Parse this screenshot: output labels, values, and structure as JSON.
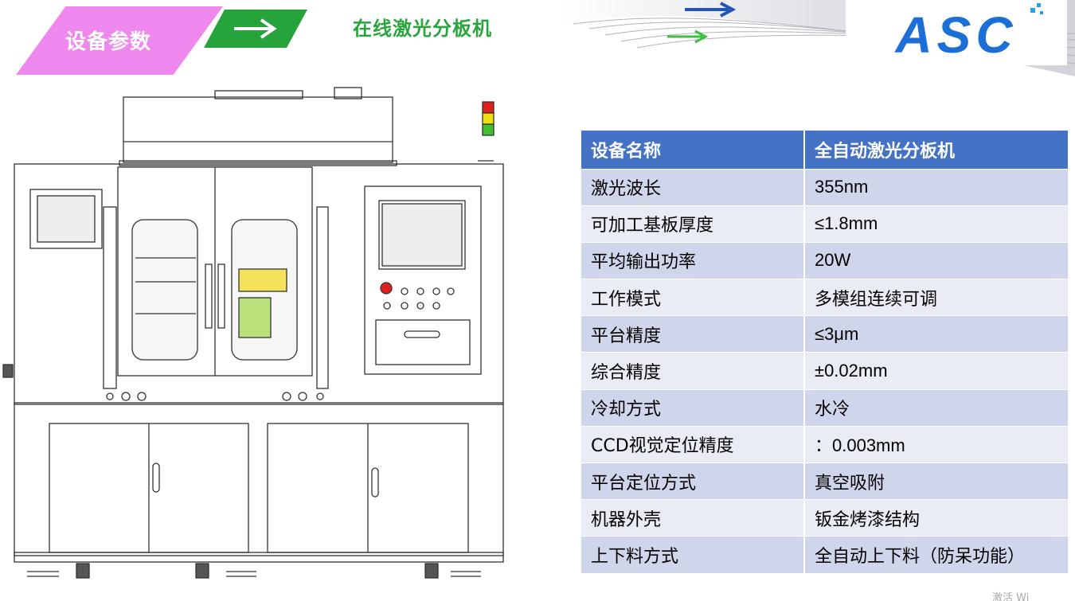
{
  "header": {
    "label": "设备参数",
    "title": "在线激光分板机",
    "logo_text": "ASC"
  },
  "specs": {
    "headers": [
      "设备名称",
      "全自动激光分板机"
    ],
    "rows": [
      [
        "激光波长",
        "355nm"
      ],
      [
        "可加工基板厚度",
        "≤1.8mm"
      ],
      [
        "平均输出功率",
        "20W"
      ],
      [
        "工作模式",
        "多模组连续可调"
      ],
      [
        "平台精度",
        "≤3μm"
      ],
      [
        "综合精度",
        "±0.02mm"
      ],
      [
        "冷却方式",
        "水冷"
      ],
      [
        "CCD视觉定位精度",
        "：0.003mm"
      ],
      [
        "平台定位方式",
        "真空吸附"
      ],
      [
        "机器外壳",
        "钣金烤漆结构"
      ],
      [
        "上下料方式",
        "全自动上下料（防呆功能）"
      ]
    ]
  },
  "watermark": "激活 Wi",
  "colors": {
    "banner_pink": "#ee88ee",
    "banner_green": "#27a33c",
    "title_green": "#2aa43c",
    "table_header": "#4472c4",
    "row_odd": "#cfd5ea",
    "row_even": "#e9ebf5",
    "logo_blue": "#1c6fd6"
  }
}
